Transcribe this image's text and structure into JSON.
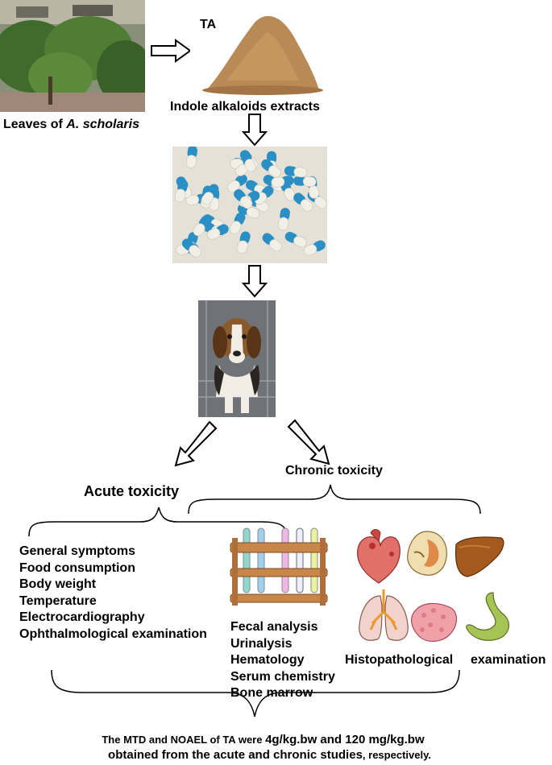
{
  "leaves_label_prefix": "Leaves of ",
  "leaves_label_species": "A. scholaris",
  "powder_tag": "TA",
  "extract_label": "Indole alkaloids extracts",
  "acute_title": "Acute toxicity",
  "chronic_title": "Chronic toxicity",
  "acute_items": [
    "General symptoms",
    "Food consumption",
    "Body weight",
    "Temperature",
    "Electrocardiography",
    "Ophthalmological examination"
  ],
  "chronic_items": [
    "Fecal analysis",
    "Urinalysis",
    "Hematology",
    "Serum chemistry",
    "Bone marrow"
  ],
  "histo_label_a": "Histopathological",
  "histo_label_b": "examination",
  "conclusion": {
    "line1_a": "The MTD and NOAEL of TA were ",
    "line1_b": "4g/kg.bw and 120 mg/kg.bw",
    "line2_a": "obtained from the acute and chronic studies",
    "line2_b": ", respectively."
  },
  "colors": {
    "capsule_blue": "#2a8fc4",
    "capsule_white": "#f2f0e6",
    "powder": "#b88a55",
    "organ_red": "#d9524f",
    "liver": "#a05a1e",
    "stomach": "#9fbf4a"
  }
}
